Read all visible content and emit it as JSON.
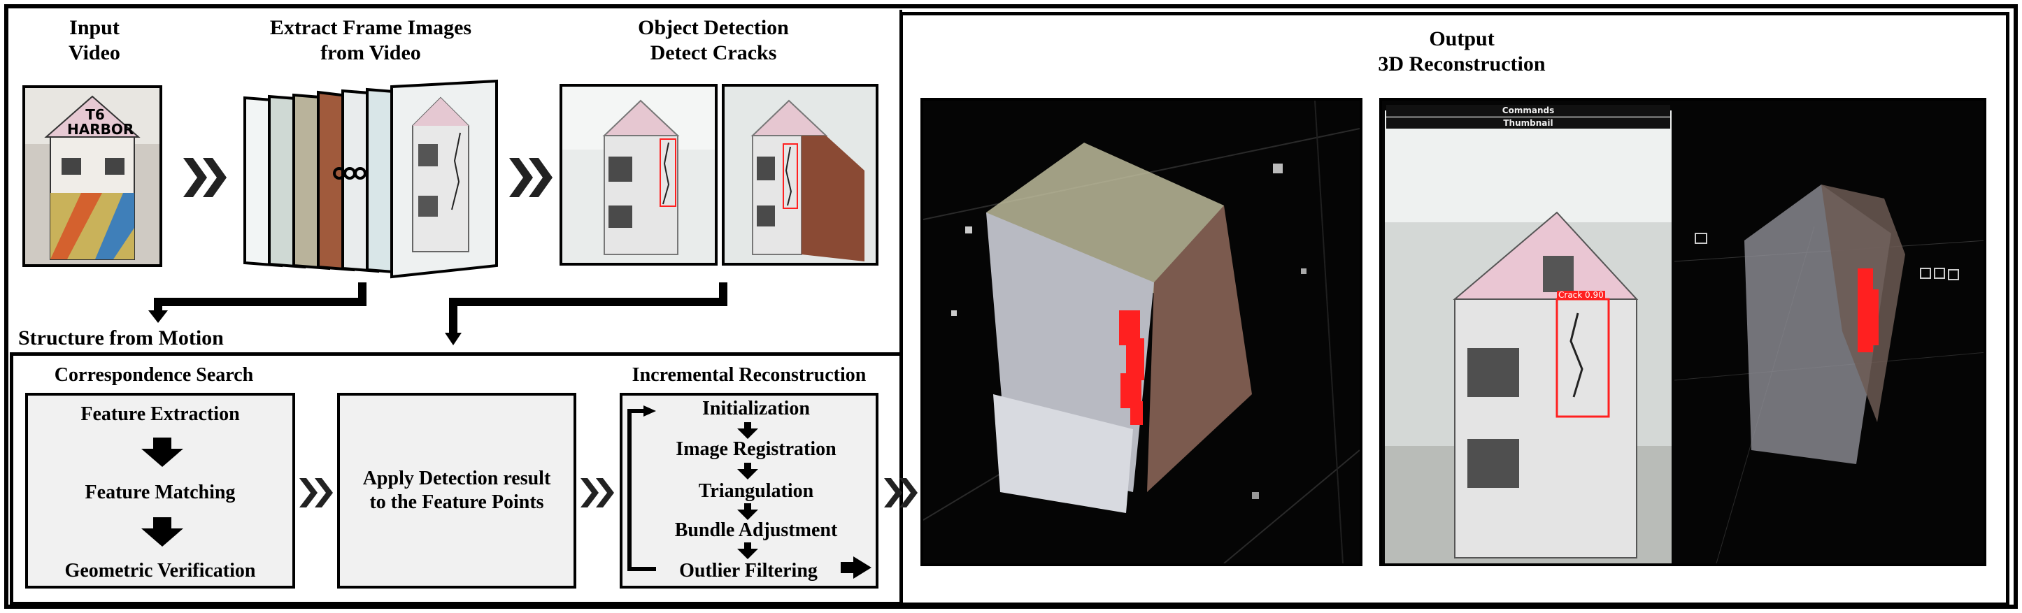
{
  "stages": {
    "input": "Input\nVideo",
    "extract": "Extract Frame Images\nfrom Video",
    "detection": "Object Detection\nDetect Cracks",
    "output": "Output\n3D Reconstruction"
  },
  "sfm": {
    "title": "Structure from Motion",
    "correspondence": {
      "title": "Correspondence Search",
      "steps": [
        "Feature Extraction",
        "Feature Matching",
        "Geometric Verification"
      ]
    },
    "apply": "Apply Detection result\nto the Feature Points",
    "incremental": {
      "title": "Incremental Reconstruction",
      "steps": [
        "Initialization",
        "Image Registration",
        "Triangulation",
        "Bundle Adjustment",
        "Outlier Filtering"
      ]
    }
  },
  "images": {
    "house_sign": "T6\nHARBOR",
    "viewer_menu": [
      "Commands",
      "Thumbnail"
    ],
    "crack_label": "Crack 0.90"
  },
  "colors": {
    "crack_red": "#ff2020",
    "grey_box": "#f1f1f1",
    "dark_panel": "#050505"
  }
}
